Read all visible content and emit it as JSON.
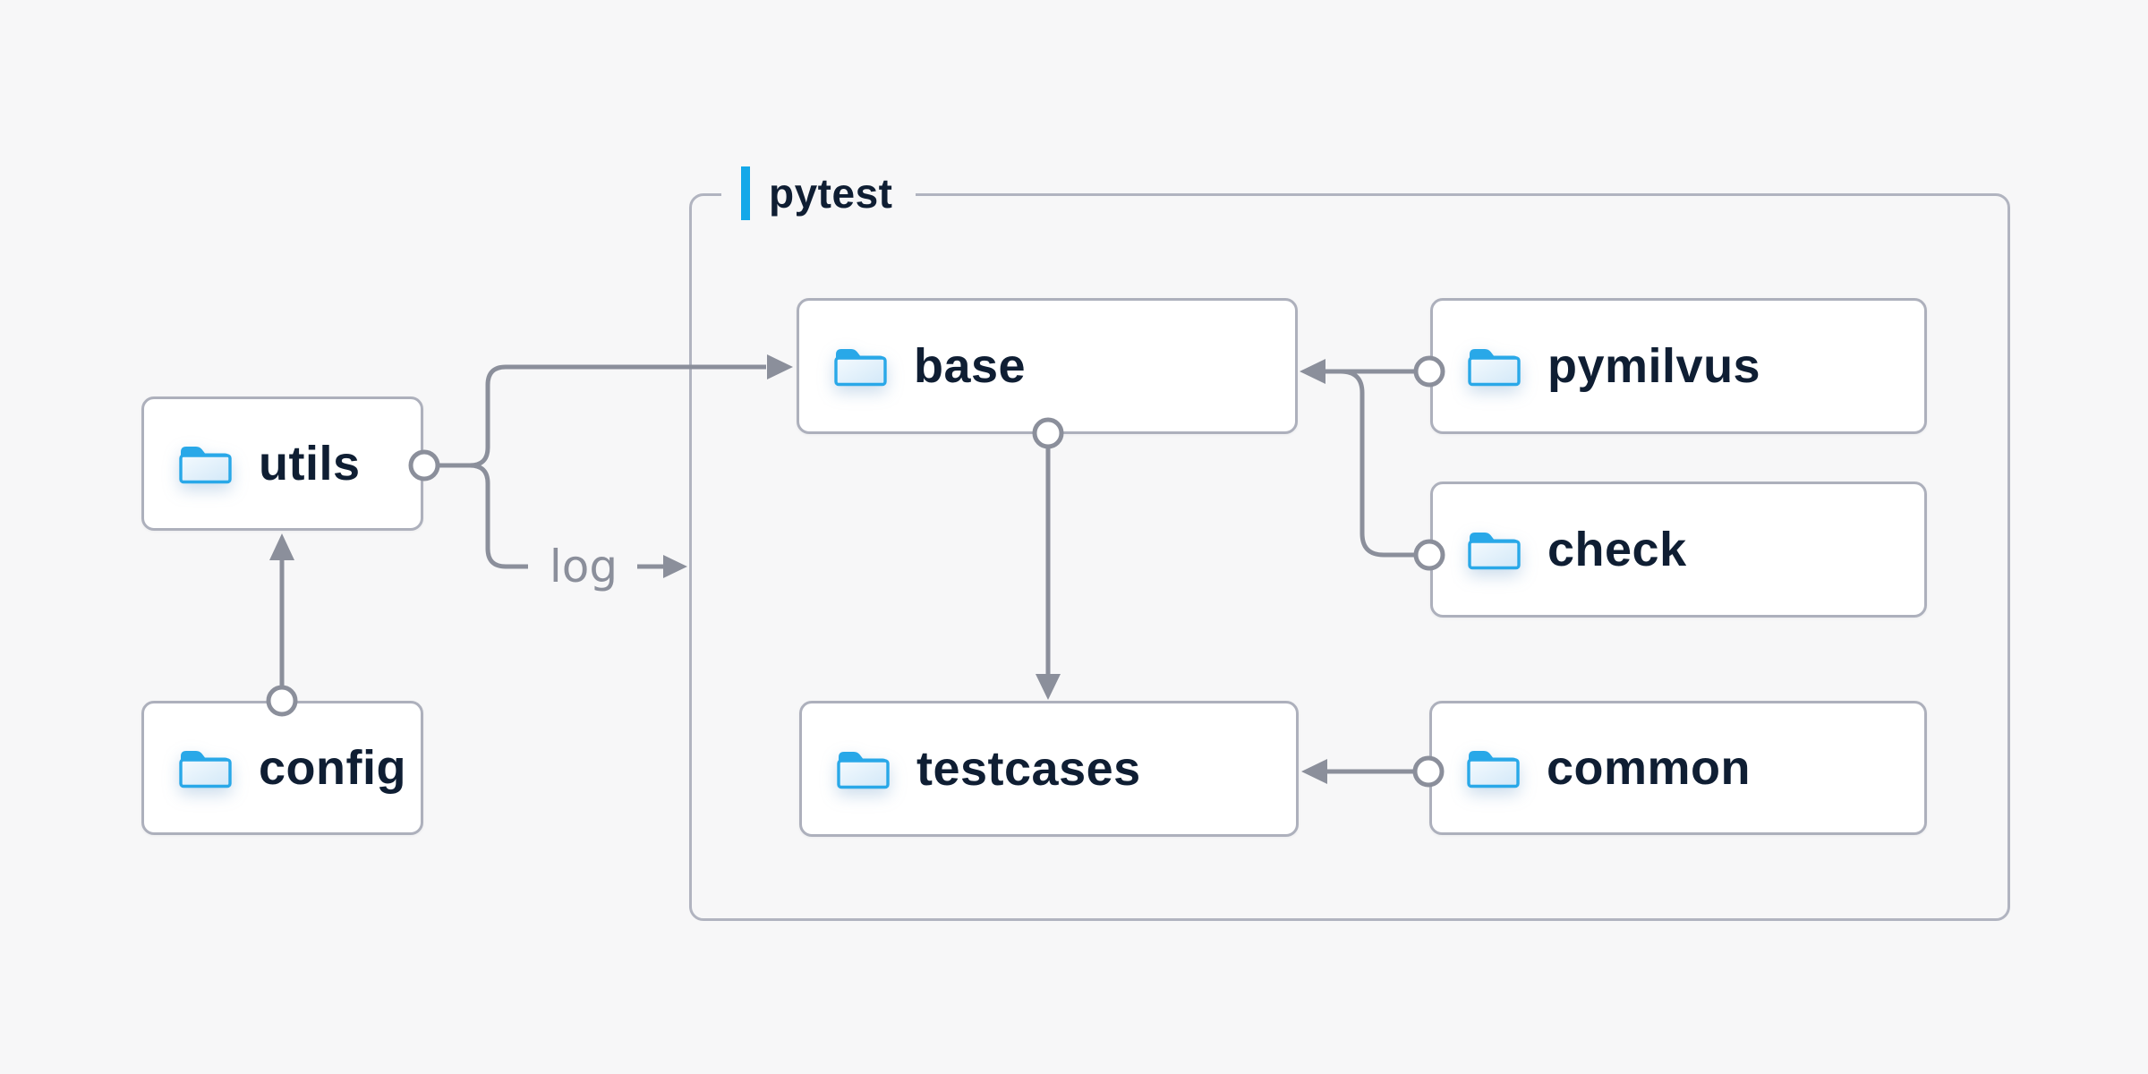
{
  "diagram": {
    "title_group": {
      "label": "pytest"
    },
    "nodes": [
      {
        "id": "utils",
        "label": "utils"
      },
      {
        "id": "config",
        "label": "config"
      },
      {
        "id": "base",
        "label": "base"
      },
      {
        "id": "pymilvus",
        "label": "pymilvus"
      },
      {
        "id": "check",
        "label": "check"
      },
      {
        "id": "testcases",
        "label": "testcases"
      },
      {
        "id": "common",
        "label": "common"
      }
    ],
    "edge_label": {
      "log": "log"
    },
    "edges": [
      {
        "from": "config",
        "to": "utils"
      },
      {
        "from": "utils",
        "to": "base"
      },
      {
        "from": "utils",
        "to": "log",
        "label": "log"
      },
      {
        "from": "pymilvus",
        "to": "base"
      },
      {
        "from": "check",
        "to": "base"
      },
      {
        "from": "base",
        "to": "testcases"
      },
      {
        "from": "common",
        "to": "testcases"
      }
    ],
    "colors": {
      "background": "#f7f7f8",
      "node_fill": "#ffffff",
      "node_border": "#adb0bc",
      "group_border": "#b1b4c0",
      "wire_gray": "#8b8f9b",
      "accent_blue": "#14a8e9",
      "folder_blue": "#29a8e8",
      "text_navy": "#0f1e33"
    }
  }
}
